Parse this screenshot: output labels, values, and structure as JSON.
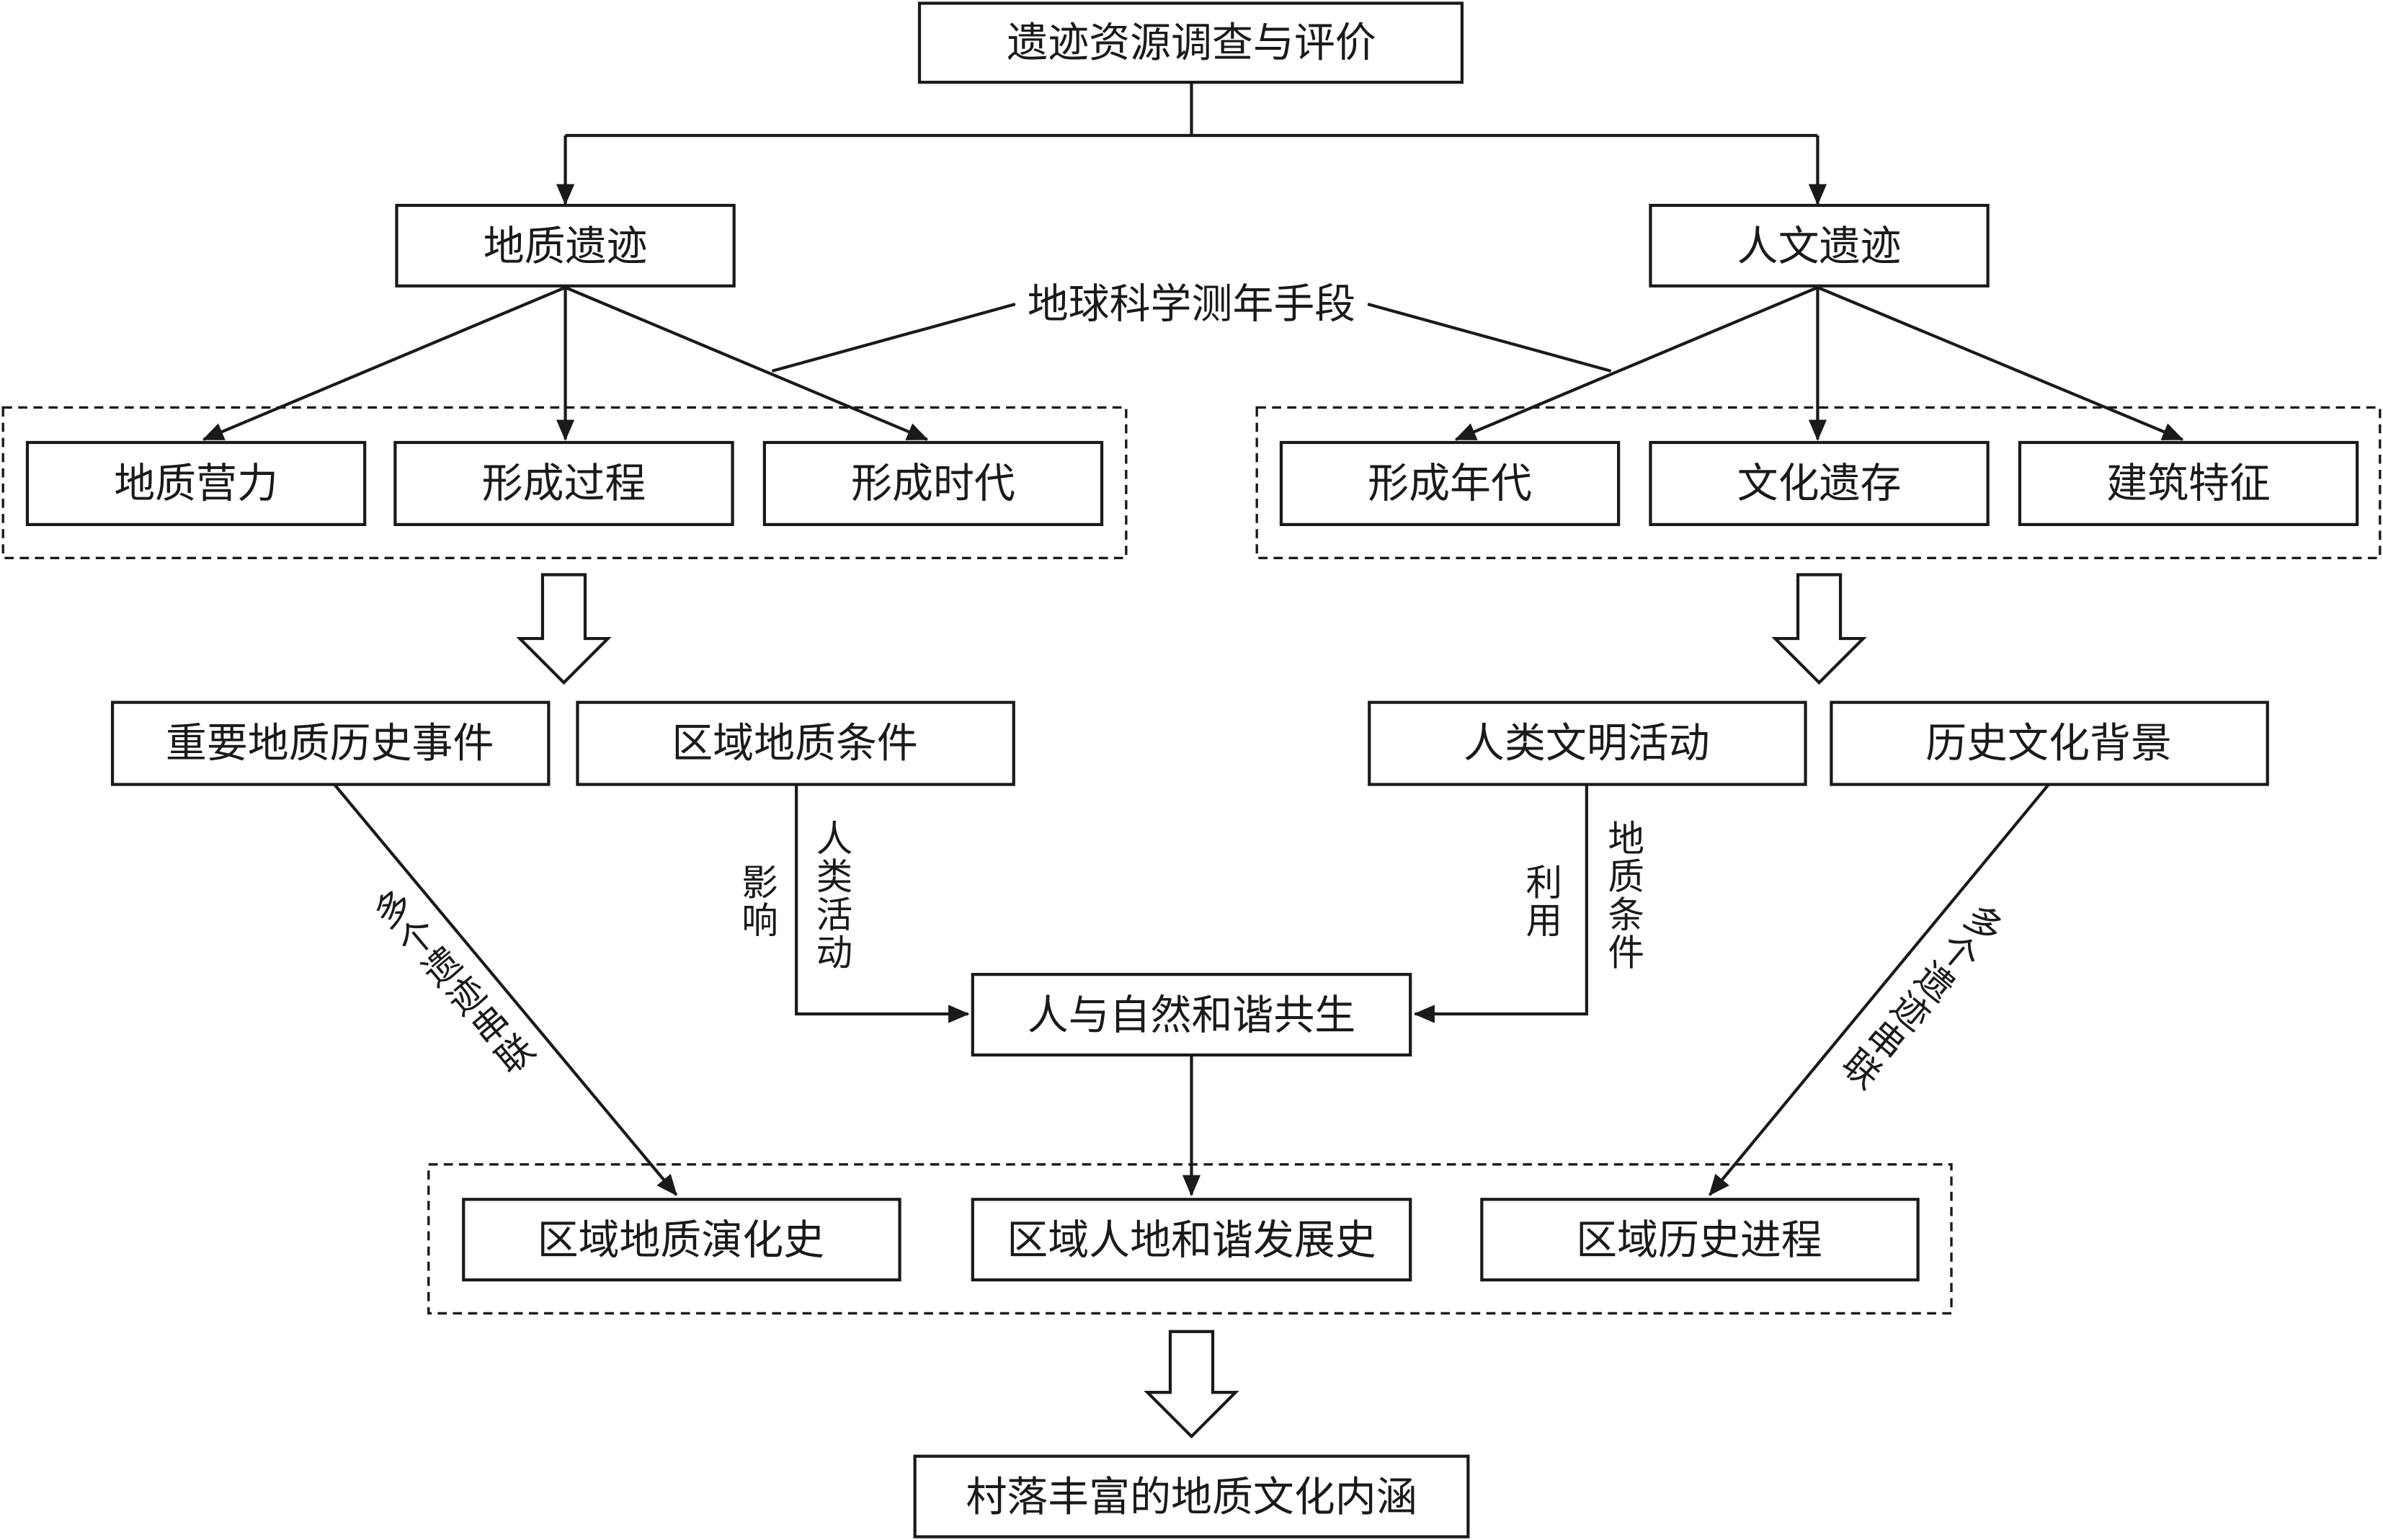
{
  "nodes": {
    "survey": "遗迹资源调查与评价",
    "geo_heritage": "地质遗迹",
    "human_heritage": "人文遗迹",
    "geo_force": "地质营力",
    "formation_process": "形成过程",
    "formation_era_geo": "形成时代",
    "formation_era_human": "形成年代",
    "cultural_remains": "文化遗存",
    "architecture": "建筑特征",
    "major_events": "重要地质历史事件",
    "regional_conditions": "区域地质条件",
    "civilization_activity": "人类文明活动",
    "cultural_background": "历史文化背景",
    "harmony": "人与自然和谐共生",
    "geo_evolution": "区域地质演化史",
    "harmony_history": "区域人地和谐发展史",
    "historical_process": "区域历史进程",
    "connotation": "村落丰富的地质文化内涵"
  },
  "annotations": {
    "dating_method": "地球科学测年手段",
    "series_left": [
      "多",
      "个",
      "遗",
      "迹",
      "串",
      "联"
    ],
    "series_right": [
      "多",
      "个",
      "遗",
      "迹",
      "串",
      "联"
    ],
    "influence": [
      "影",
      "响"
    ],
    "human_activity": [
      "人",
      "类",
      "活",
      "动"
    ],
    "utilize": [
      "利",
      "用"
    ],
    "geo_conditions": [
      "地",
      "质",
      "条",
      "件"
    ]
  }
}
